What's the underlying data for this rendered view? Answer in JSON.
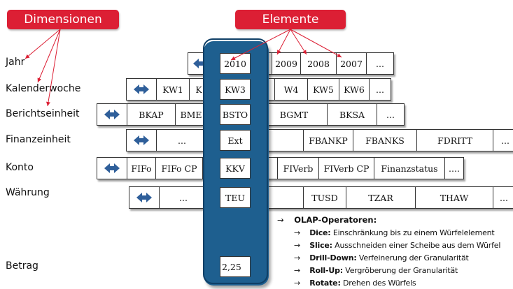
{
  "headers": {
    "dimensionen": "Dimensionen",
    "elemente": "Elemente"
  },
  "colors": {
    "accent_red": "#dc1f34",
    "slice_blue": "#1e5f8f",
    "arrow_blue": "#2f5f9a"
  },
  "dimensions": [
    {
      "label": "Jahr",
      "cells": [
        "",
        "2010",
        "2009",
        "2008",
        "2007",
        "..."
      ]
    },
    {
      "label": "Kalenderwoche",
      "cells": [
        "",
        "KW1",
        "K",
        "KW3",
        "W4",
        "KW5",
        "KW6",
        "..."
      ]
    },
    {
      "label": "Berichtseinheit",
      "cells": [
        "",
        "BKAP",
        "BME",
        "BSTO",
        "BGMT",
        "BKSA",
        "..."
      ]
    },
    {
      "label": "Finanzeinheit",
      "cells": [
        "",
        "...",
        "Ext",
        "FBANKP",
        "FBANKS",
        "FDRITT",
        "..."
      ]
    },
    {
      "label": "Konto",
      "cells": [
        "",
        "FIFo",
        "FIFo CP",
        "KKV",
        "FIVerb",
        "FIVerb CP",
        "Finanzstatus",
        "...."
      ]
    },
    {
      "label": "Währung",
      "cells": [
        "",
        "...",
        "TEU",
        "TUSD",
        "TZAR",
        "THAW",
        "..."
      ]
    }
  ],
  "measure": {
    "label": "Betrag",
    "value": "2,25"
  },
  "olap": {
    "arrow": "→",
    "title": "OLAP-Operatoren:",
    "operators": [
      {
        "name": "Dice:",
        "desc": "Einschränkung bis zu einem Würfelelement"
      },
      {
        "name": "Slice:",
        "desc": "Ausschneiden einer Scheibe aus dem Würfel"
      },
      {
        "name": "Drill-Down:",
        "desc": "Verfeinerung der Granularität"
      },
      {
        "name": "Roll-Up:",
        "desc": "Vergröberung der Granularität"
      },
      {
        "name": "Rotate:",
        "desc": "Drehen des Würfels"
      }
    ]
  }
}
